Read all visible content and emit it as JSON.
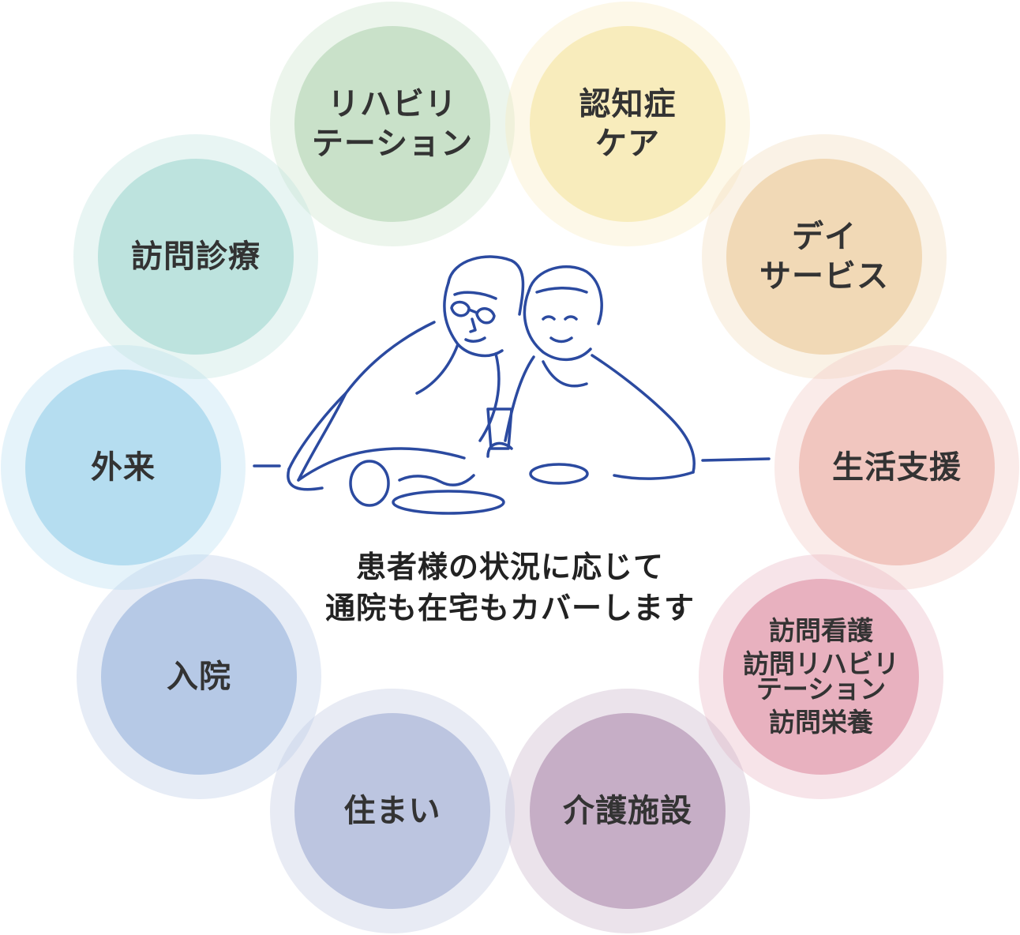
{
  "center": {
    "caption_line1": "患者様の状況に応じて",
    "caption_line2": "通院も在宅もカバーします",
    "illustration_stroke": "#2b4aa0"
  },
  "services": [
    {
      "lines": [
        "リハビリ",
        "テーション"
      ],
      "color": "#c9e1c9"
    },
    {
      "lines": [
        "認知症",
        "ケア"
      ],
      "color": "#f8ecbc"
    },
    {
      "lines": [
        "デイ",
        "サービス"
      ],
      "color": "#f1d9b6"
    },
    {
      "lines": [
        "生活支援"
      ],
      "color": "#f1c6bf"
    },
    {
      "lines": [
        "訪問看護",
        "訪問リハビリ",
        "テーション",
        "訪問栄養"
      ],
      "color": "#e8b1bf"
    },
    {
      "lines": [
        "介護施設"
      ],
      "color": "#c6aec6"
    },
    {
      "lines": [
        "住まい"
      ],
      "color": "#bcc5e0"
    },
    {
      "lines": [
        "入院"
      ],
      "color": "#b6c9e6"
    },
    {
      "lines": [
        "外来"
      ],
      "color": "#b5ddf0"
    },
    {
      "lines": [
        "訪問診療"
      ],
      "color": "#bde3de"
    }
  ]
}
